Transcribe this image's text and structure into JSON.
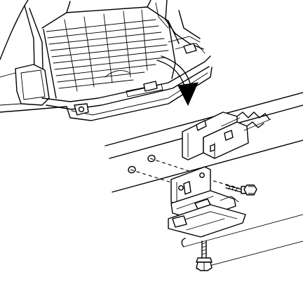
{
  "figure": {
    "type": "service-manual-exploded-view",
    "background": "#ffffff",
    "line_color": "#000000",
    "parts": [
      {
        "name": "vehicle-rear-cargo-area",
        "icon": "vehicle-rear-icon"
      },
      {
        "name": "detail-view-arrow",
        "icon": "curved-arrow-icon"
      },
      {
        "name": "tailgate-lower-panel",
        "icon": "panel-icon"
      },
      {
        "name": "latch-striker-support-bracket",
        "icon": "bracket-icon"
      },
      {
        "name": "latch-striker-bracket",
        "icon": "bracket-icon"
      },
      {
        "name": "horizontal-bolt",
        "icon": "bolt-icon"
      },
      {
        "name": "vertical-bolt",
        "icon": "bolt-icon"
      }
    ]
  }
}
